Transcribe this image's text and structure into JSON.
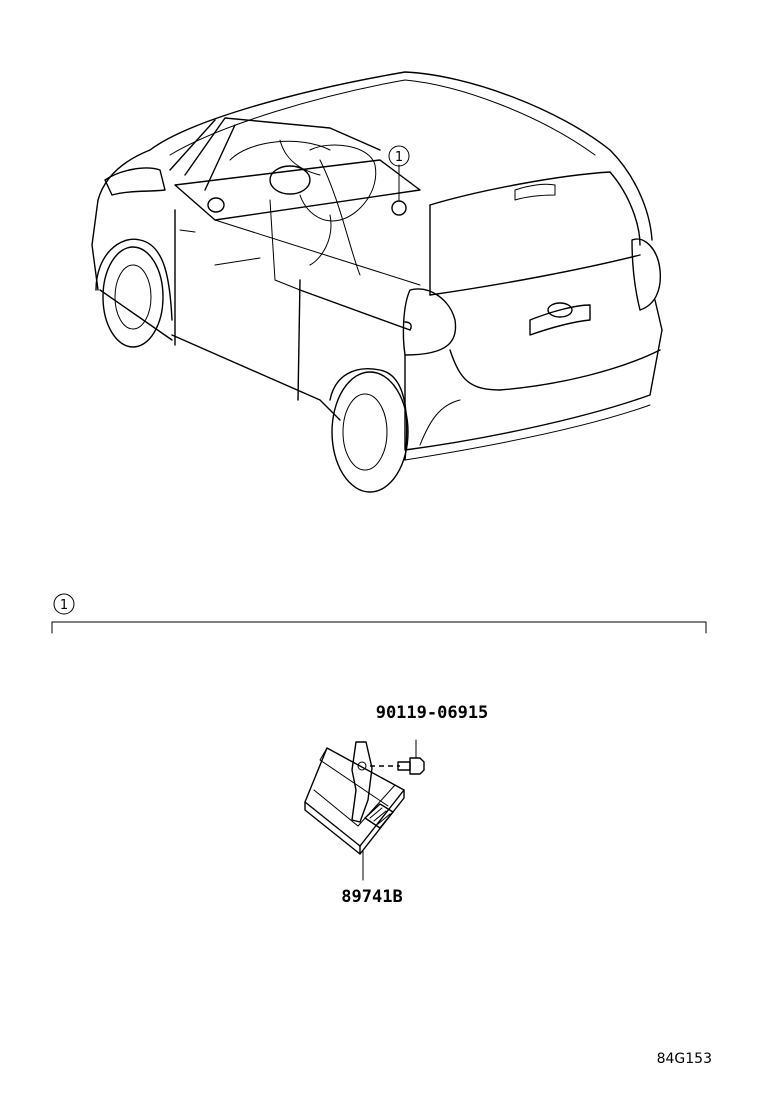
{
  "callouts": {
    "car_marker": "1",
    "section_marker": "1"
  },
  "parts": {
    "bolt_number": "90119-06915",
    "module_number": "89741B"
  },
  "illustration_code": "84G153"
}
